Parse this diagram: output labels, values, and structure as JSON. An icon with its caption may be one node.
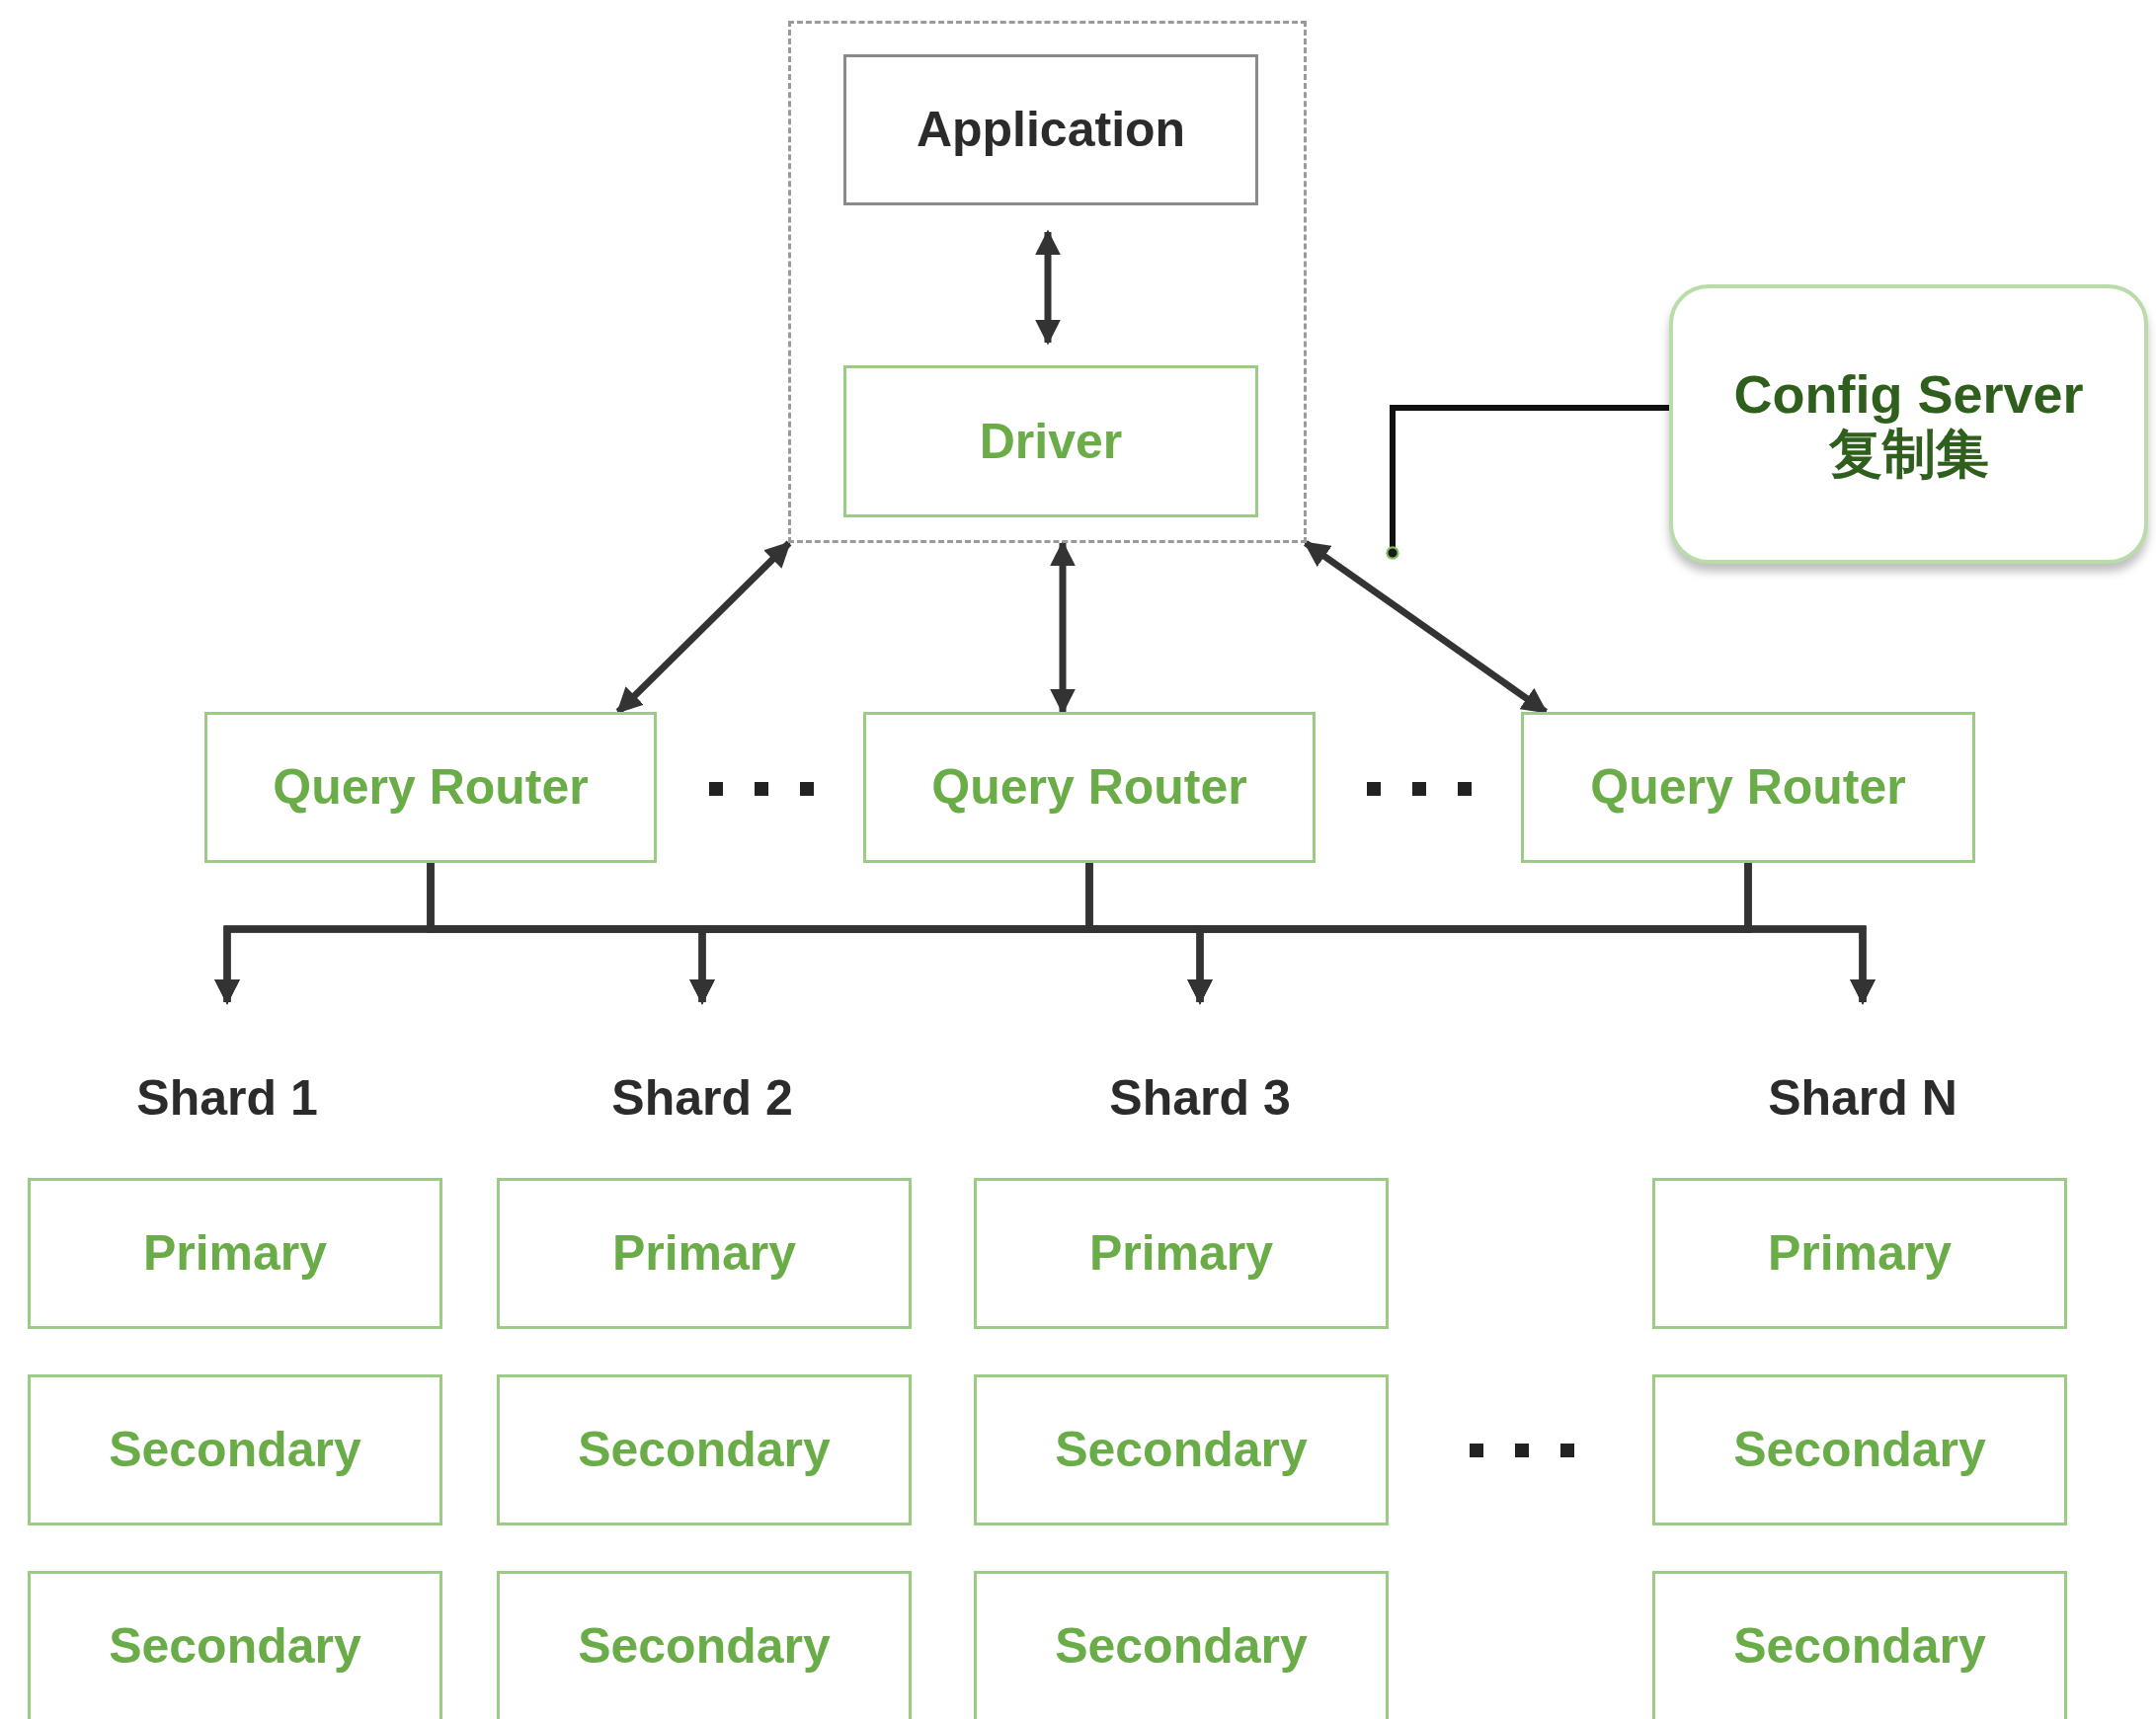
{
  "diagram": {
    "nodes": [
      {
        "text": [],
        "shape": "box"
      },
      {
        "text": [
          "Application"
        ],
        "in": 0
      },
      {
        "text": [
          "Driver"
        ],
        "in": 0
      },
      {
        "text": [
          "Config Server",
          "复制集"
        ]
      },
      {
        "text": [
          "Query Router"
        ]
      },
      {
        "text": [
          "Query Router"
        ]
      },
      {
        "text": [
          "Query Router"
        ]
      },
      {
        "text": [
          "Shard 1"
        ]
      },
      {
        "text": [
          "Shard 2"
        ]
      },
      {
        "text": [
          "Shard 3"
        ]
      },
      {
        "text": [
          "Shard N"
        ]
      },
      {
        "text": [
          "Primary"
        ]
      },
      {
        "text": [
          "Primary"
        ]
      },
      {
        "text": [
          "Primary"
        ]
      },
      {
        "text": [
          "Primary"
        ]
      },
      {
        "text": [
          "Secondary"
        ]
      },
      {
        "text": [
          "Secondary"
        ]
      },
      {
        "text": [
          "Secondary"
        ]
      },
      {
        "text": [
          "Secondary"
        ]
      },
      {
        "text": [
          "Secondary"
        ]
      },
      {
        "text": [
          "Secondary"
        ]
      },
      {
        "text": [
          "Secondary"
        ]
      },
      {
        "text": [
          "Secondary"
        ]
      }
    ],
    "edges": [
      {
        "from": 1,
        "to": 2,
        "arrow": "both"
      },
      {
        "from": 0,
        "to": 4,
        "arrow": "both"
      },
      {
        "from": 0,
        "to": 5,
        "arrow": "both"
      },
      {
        "from": 0,
        "to": 6,
        "arrow": "both"
      },
      {
        "from": 3,
        "to": null,
        "arrow": "other"
      },
      {
        "from": 4,
        "to": 7,
        "arrow": "to"
      },
      {
        "from": 4,
        "to": 8,
        "arrow": "to"
      },
      {
        "from": 4,
        "to": 9,
        "arrow": "to"
      },
      {
        "from": 4,
        "to": 10,
        "arrow": "to"
      },
      {
        "from": 5,
        "to": 7,
        "arrow": "to"
      },
      {
        "from": 5,
        "to": 8,
        "arrow": "to"
      },
      {
        "from": 5,
        "to": 9,
        "arrow": "to"
      },
      {
        "from": 5,
        "to": 10,
        "arrow": "to"
      },
      {
        "from": 6,
        "to": 7,
        "arrow": "to"
      },
      {
        "from": 6,
        "to": 8,
        "arrow": "to"
      },
      {
        "from": 6,
        "to": 9,
        "arrow": "to"
      },
      {
        "from": 6,
        "to": 10,
        "arrow": "to"
      }
    ]
  }
}
